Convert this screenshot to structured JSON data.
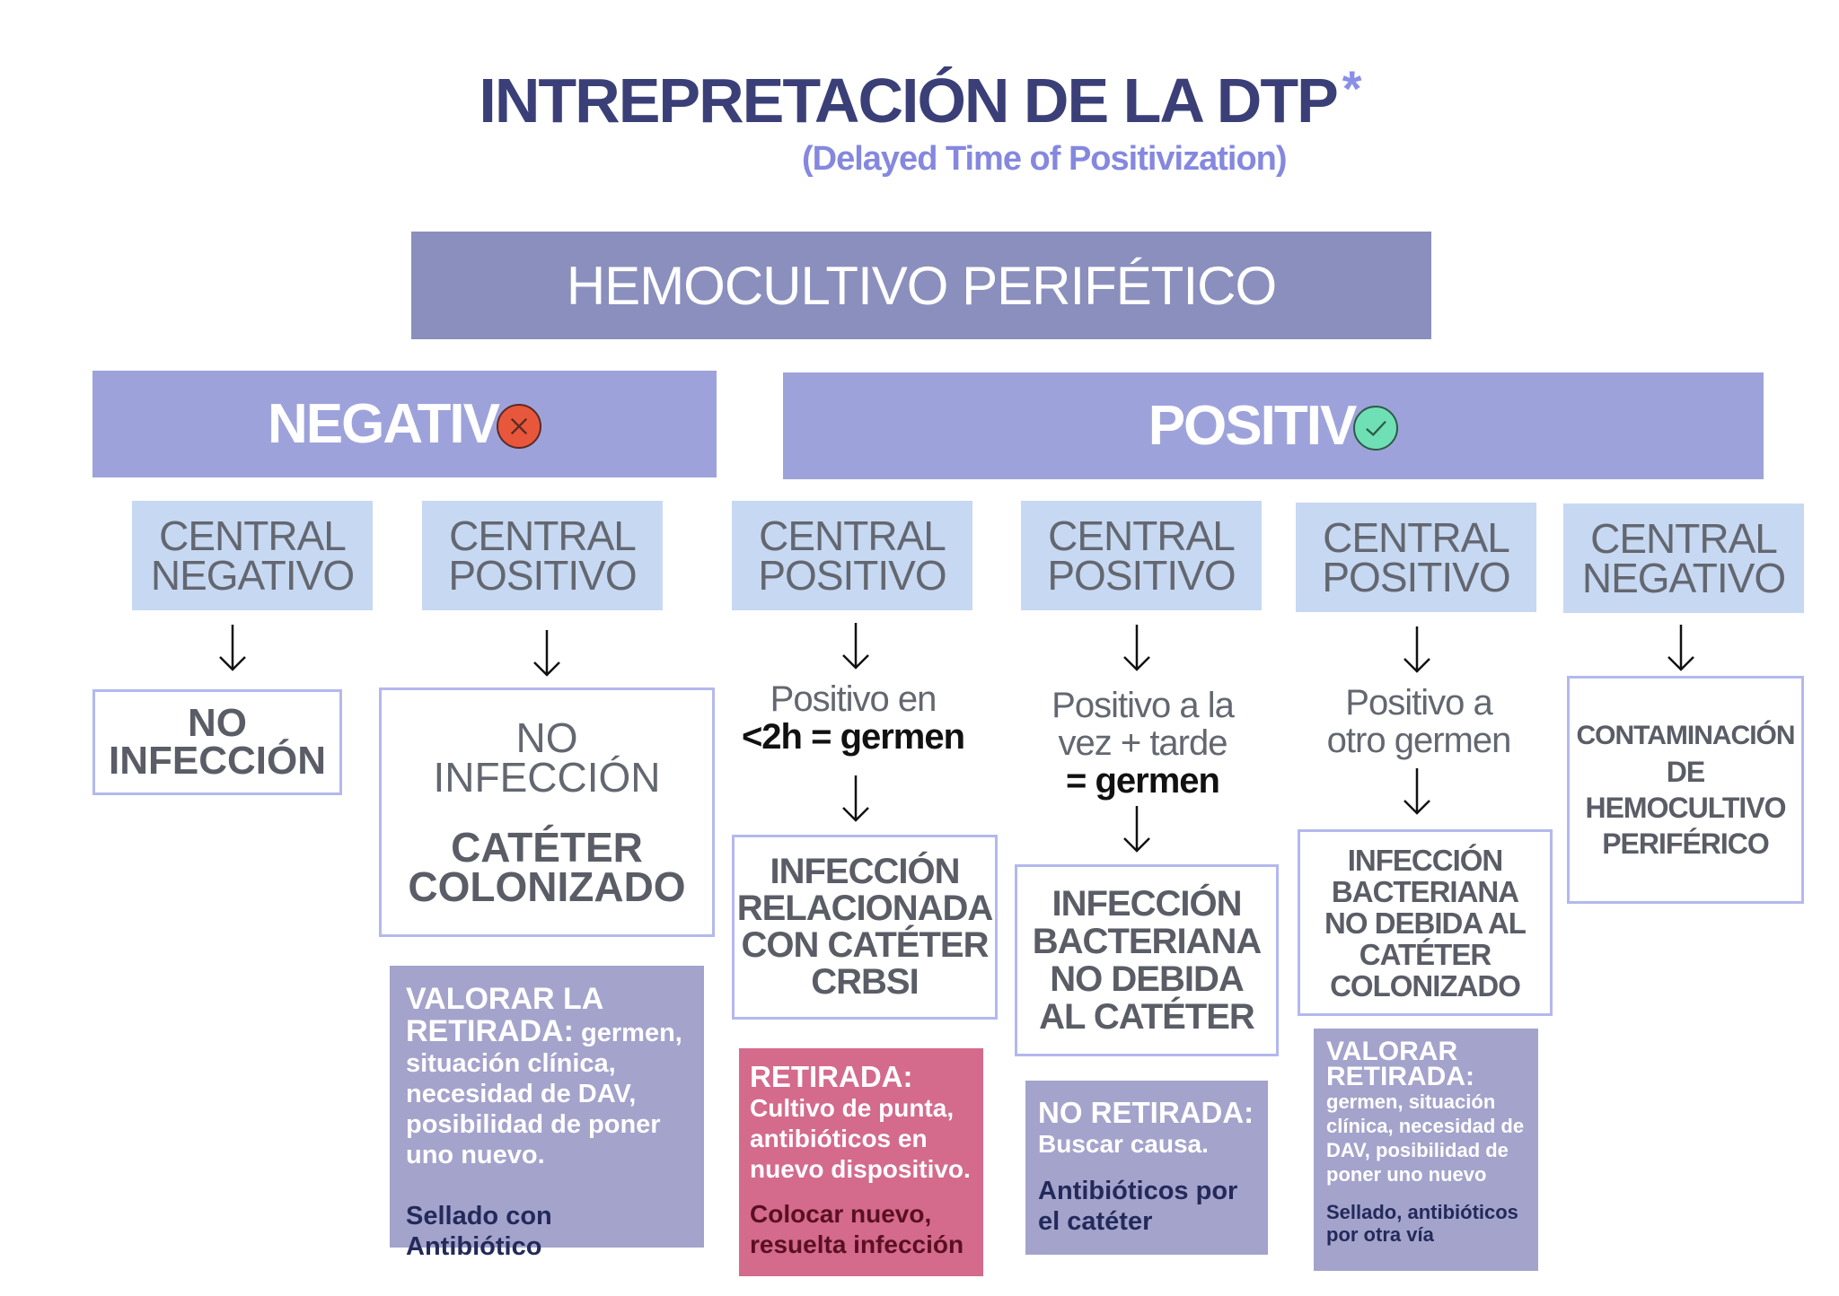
{
  "title": "INTREPRETACIÓN DE LA DTP",
  "title_mark": "*",
  "subtitle": "(Delayed Time of Positivization)",
  "root": "HEMOCULTIVO PERIFÉTICO",
  "negativo": {
    "label": "NEGATIV",
    "icon": "x-circle-icon",
    "color": "#e8573b"
  },
  "positivo": {
    "label": "POSITIV",
    "icon": "check-circle-icon",
    "color": "#6fe0b5"
  },
  "columns": [
    {
      "central": [
        "CENTRAL",
        "NEGATIVO"
      ],
      "result": [
        "NO",
        "INFECCIÓN"
      ]
    },
    {
      "central": [
        "CENTRAL",
        "POSITIVO"
      ],
      "result": [
        "NO",
        "INFECCIÓN"
      ],
      "result_sub": [
        "CATÉTER",
        "COLONIZADO"
      ],
      "note_lead": "VALORAR LA RETIRADA:",
      "note_body": "germen, situación clínica, necesidad de DAV, posibilidad de poner uno nuevo.",
      "note_footer": "Sellado con Antibiótico"
    },
    {
      "central": [
        "CENTRAL",
        "POSITIVO"
      ],
      "statement": [
        "Positivo en"
      ],
      "statement_bold": "<2h = germen",
      "result": [
        "INFECCIÓN",
        "RELACIONADA",
        "CON CATÉTER",
        "CRBSI"
      ],
      "note_lead": "RETIRADA:",
      "note_body": "Cultivo de punta, antibióticos en nuevo dispositivo.",
      "note_footer": "Colocar nuevo, resuelta infección"
    },
    {
      "central": [
        "CENTRAL",
        "POSITIVO"
      ],
      "statement": [
        "Positivo a la",
        "vez + tarde"
      ],
      "statement_bold": "= germen",
      "result": [
        "INFECCIÓN",
        "BACTERIANA",
        "NO DEBIDA",
        "AL CATÉTER"
      ],
      "note_lead": "NO RETIRADA:",
      "note_body": "Buscar causa.",
      "note_footer": "Antibióticos por el catéter"
    },
    {
      "central": [
        "CENTRAL",
        "POSITIVO"
      ],
      "statement": [
        "Positivo a",
        "otro germen"
      ],
      "result": [
        "INFECCIÓN",
        "BACTERIANA",
        "NO DEBIDA AL",
        "CATÉTER",
        "COLONIZADO"
      ],
      "note_lead": "VALORAR RETIRADA:",
      "note_body": "germen, situación clínica, necesidad de DAV, posibilidad de poner uno nuevo",
      "note_footer": "Sellado, antibióticos por otra vía"
    },
    {
      "central": [
        "CENTRAL",
        "NEGATIVO"
      ],
      "result": [
        "CONTAMINACIÓN",
        "DE",
        "HEMOCULTIVO",
        "PERIFÉRICO"
      ]
    }
  ]
}
